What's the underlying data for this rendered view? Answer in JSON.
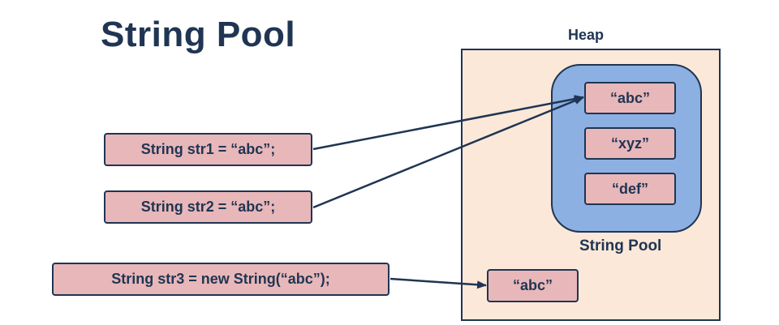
{
  "title": "String Pool",
  "heap": {
    "label": "Heap"
  },
  "pool": {
    "label": "String Pool",
    "items": [
      "“abc”",
      "“xyz”",
      "“def”"
    ]
  },
  "statements": [
    "String str1 = “abc”;",
    "String str2 = “abc”;",
    "String str3 = new String(“abc”);"
  ],
  "heap_object": "“abc”",
  "colors": {
    "outline": "#1f3553",
    "box_fill": "#e8b7b9",
    "heap_fill": "#fce8d8",
    "pool_fill": "#8db0e2"
  }
}
